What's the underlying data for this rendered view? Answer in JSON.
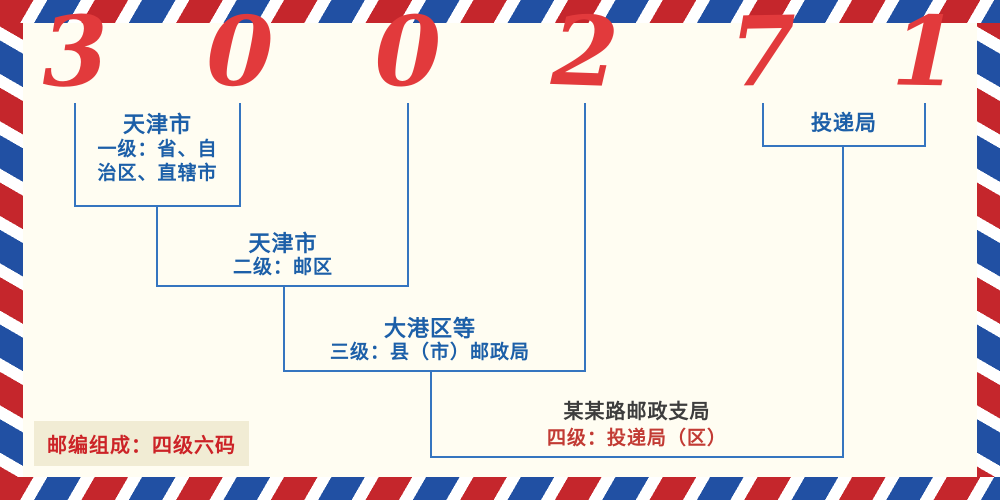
{
  "postal_code": {
    "digits": [
      "3",
      "0",
      "0",
      "2",
      "7",
      "1"
    ],
    "digit_count_note": "四级六码"
  },
  "annotations": {
    "level1": {
      "place": "天津市",
      "desc": "一级：省、自\n治区、直辖市",
      "digit_indexes": [
        0,
        1
      ]
    },
    "level2": {
      "place": "天津市",
      "desc": "二级：邮区",
      "digit_indexes": [
        2
      ]
    },
    "level3": {
      "place": "大港区等",
      "desc": "三级：县（市）邮政局",
      "digit_indexes": [
        3
      ]
    },
    "level4": {
      "place": "某某路邮政支局",
      "desc": "四级：投递局（区）",
      "digit_indexes": [
        4,
        5
      ]
    },
    "delivery": {
      "label": "投递局",
      "digit_indexes": [
        4,
        5
      ]
    }
  },
  "footer": {
    "composition": "邮编组成：四级六码"
  },
  "colors": {
    "background": "#fffdf2",
    "digit_red": "#e23a3c",
    "label_blue": "#1c5fa8",
    "label_dark": "#3d3d3d",
    "desc_red": "#c23b34",
    "line_blue": "#3575c0",
    "stripe_red": "#c5262c",
    "stripe_blue": "#2150a3",
    "footer_red": "#cc2327",
    "footer_bg": "#f1ecd4"
  }
}
